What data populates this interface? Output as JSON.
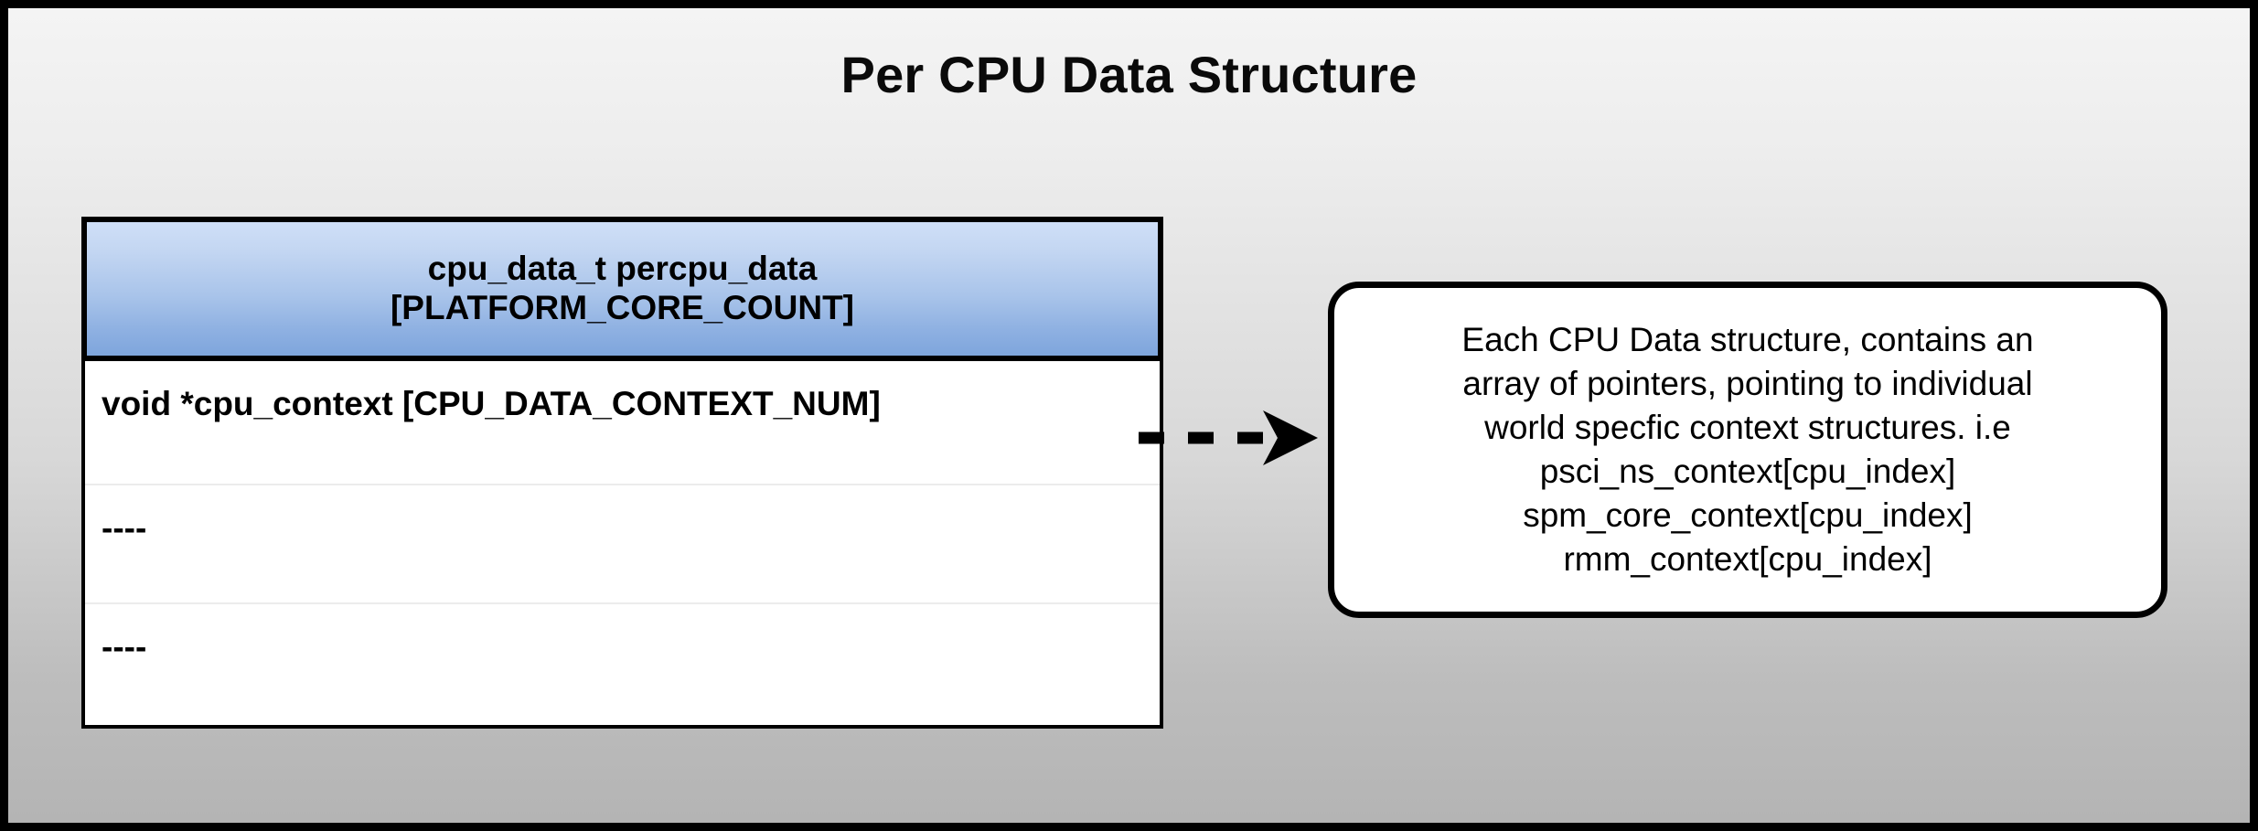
{
  "page": {
    "title": "Per CPU Data Structure",
    "background_top_color": "#f4f4f4",
    "background_bottom_color": "#b4b4b4",
    "border_color": "#000000"
  },
  "struct_table": {
    "header": {
      "line1": "cpu_data_t percpu_data",
      "line2": "[PLATFORM_CORE_COUNT]",
      "gradient_top_color": "#cfdff7",
      "gradient_bottom_color": "#7ea5dc"
    },
    "rows": [
      {
        "label": "void *cpu_context [CPU_DATA_CONTEXT_NUM]"
      },
      {
        "label": "----"
      },
      {
        "label": "----"
      }
    ]
  },
  "connector": {
    "style": "dashed-arrow",
    "direction": "right",
    "color": "#000000"
  },
  "callout": {
    "lines": [
      "Each CPU Data structure, contains an",
      "array of pointers, pointing to individual",
      "world specfic context structures. i.e",
      "psci_ns_context[cpu_index]",
      "spm_core_context[cpu_index]",
      "rmm_context[cpu_index]"
    ],
    "border_color": "#000000",
    "background_color": "#ffffff"
  }
}
